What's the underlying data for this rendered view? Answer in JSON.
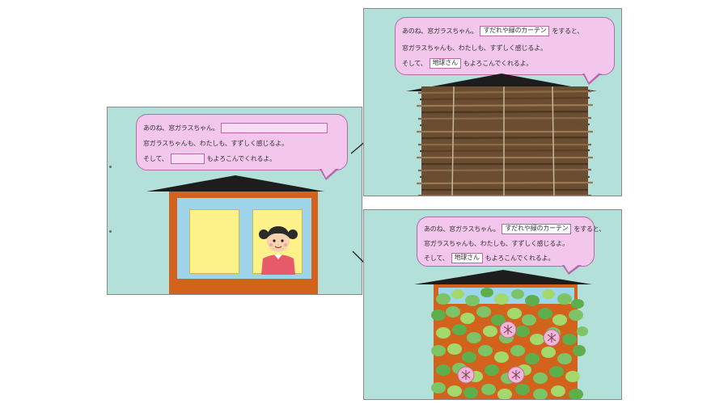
{
  "panel_left": {
    "line1": "あのね、窓ガラスちゃん。",
    "line2": "窓ガラスちゃんも、わたしも、すずしく感じるよ。",
    "line3_prefix": "そして、",
    "line3_suffix": "もよろこんでくれるよ。"
  },
  "panel_top_right": {
    "line1": "あのね、窓ガラスちゃん。",
    "box1": "すだれや緑のカーテン",
    "line1_suffix": "をすると、",
    "line2": "窓ガラスちゃんも、わたしも、すずしく感じるよ。",
    "line3_prefix": "そして、",
    "box2": "地球さん",
    "line3_suffix": "もよろこんでくれるよ。"
  },
  "panel_bottom_right": {
    "line1": "あのね、窓ガラスちゃん。",
    "box1": "すだれや緑のカーテン",
    "line1_suffix": "をすると、",
    "line2": "窓ガラスちゃんも、わたしも、すずしく感じるよ。",
    "line3_prefix": "そして、",
    "box2": "地球さん",
    "line3_suffix": "もよろこんでくれるよ。"
  },
  "colors": {
    "background": "#b3e0d8",
    "bubble": "#f3c6ec",
    "bubble_border": "#b768a8",
    "house_wall": "#d2621c",
    "window_frame": "#9fd3ea",
    "window_glass": "#fdf28a",
    "roof": "#1d1d1d",
    "sudare": "#7a5a3a",
    "leaf": "#7dc466",
    "flower": "#f2b6d6"
  },
  "icons": [
    "arrow-icon",
    "girl-figure",
    "sudare-blind",
    "green-curtain",
    "morning-glory-icon"
  ]
}
